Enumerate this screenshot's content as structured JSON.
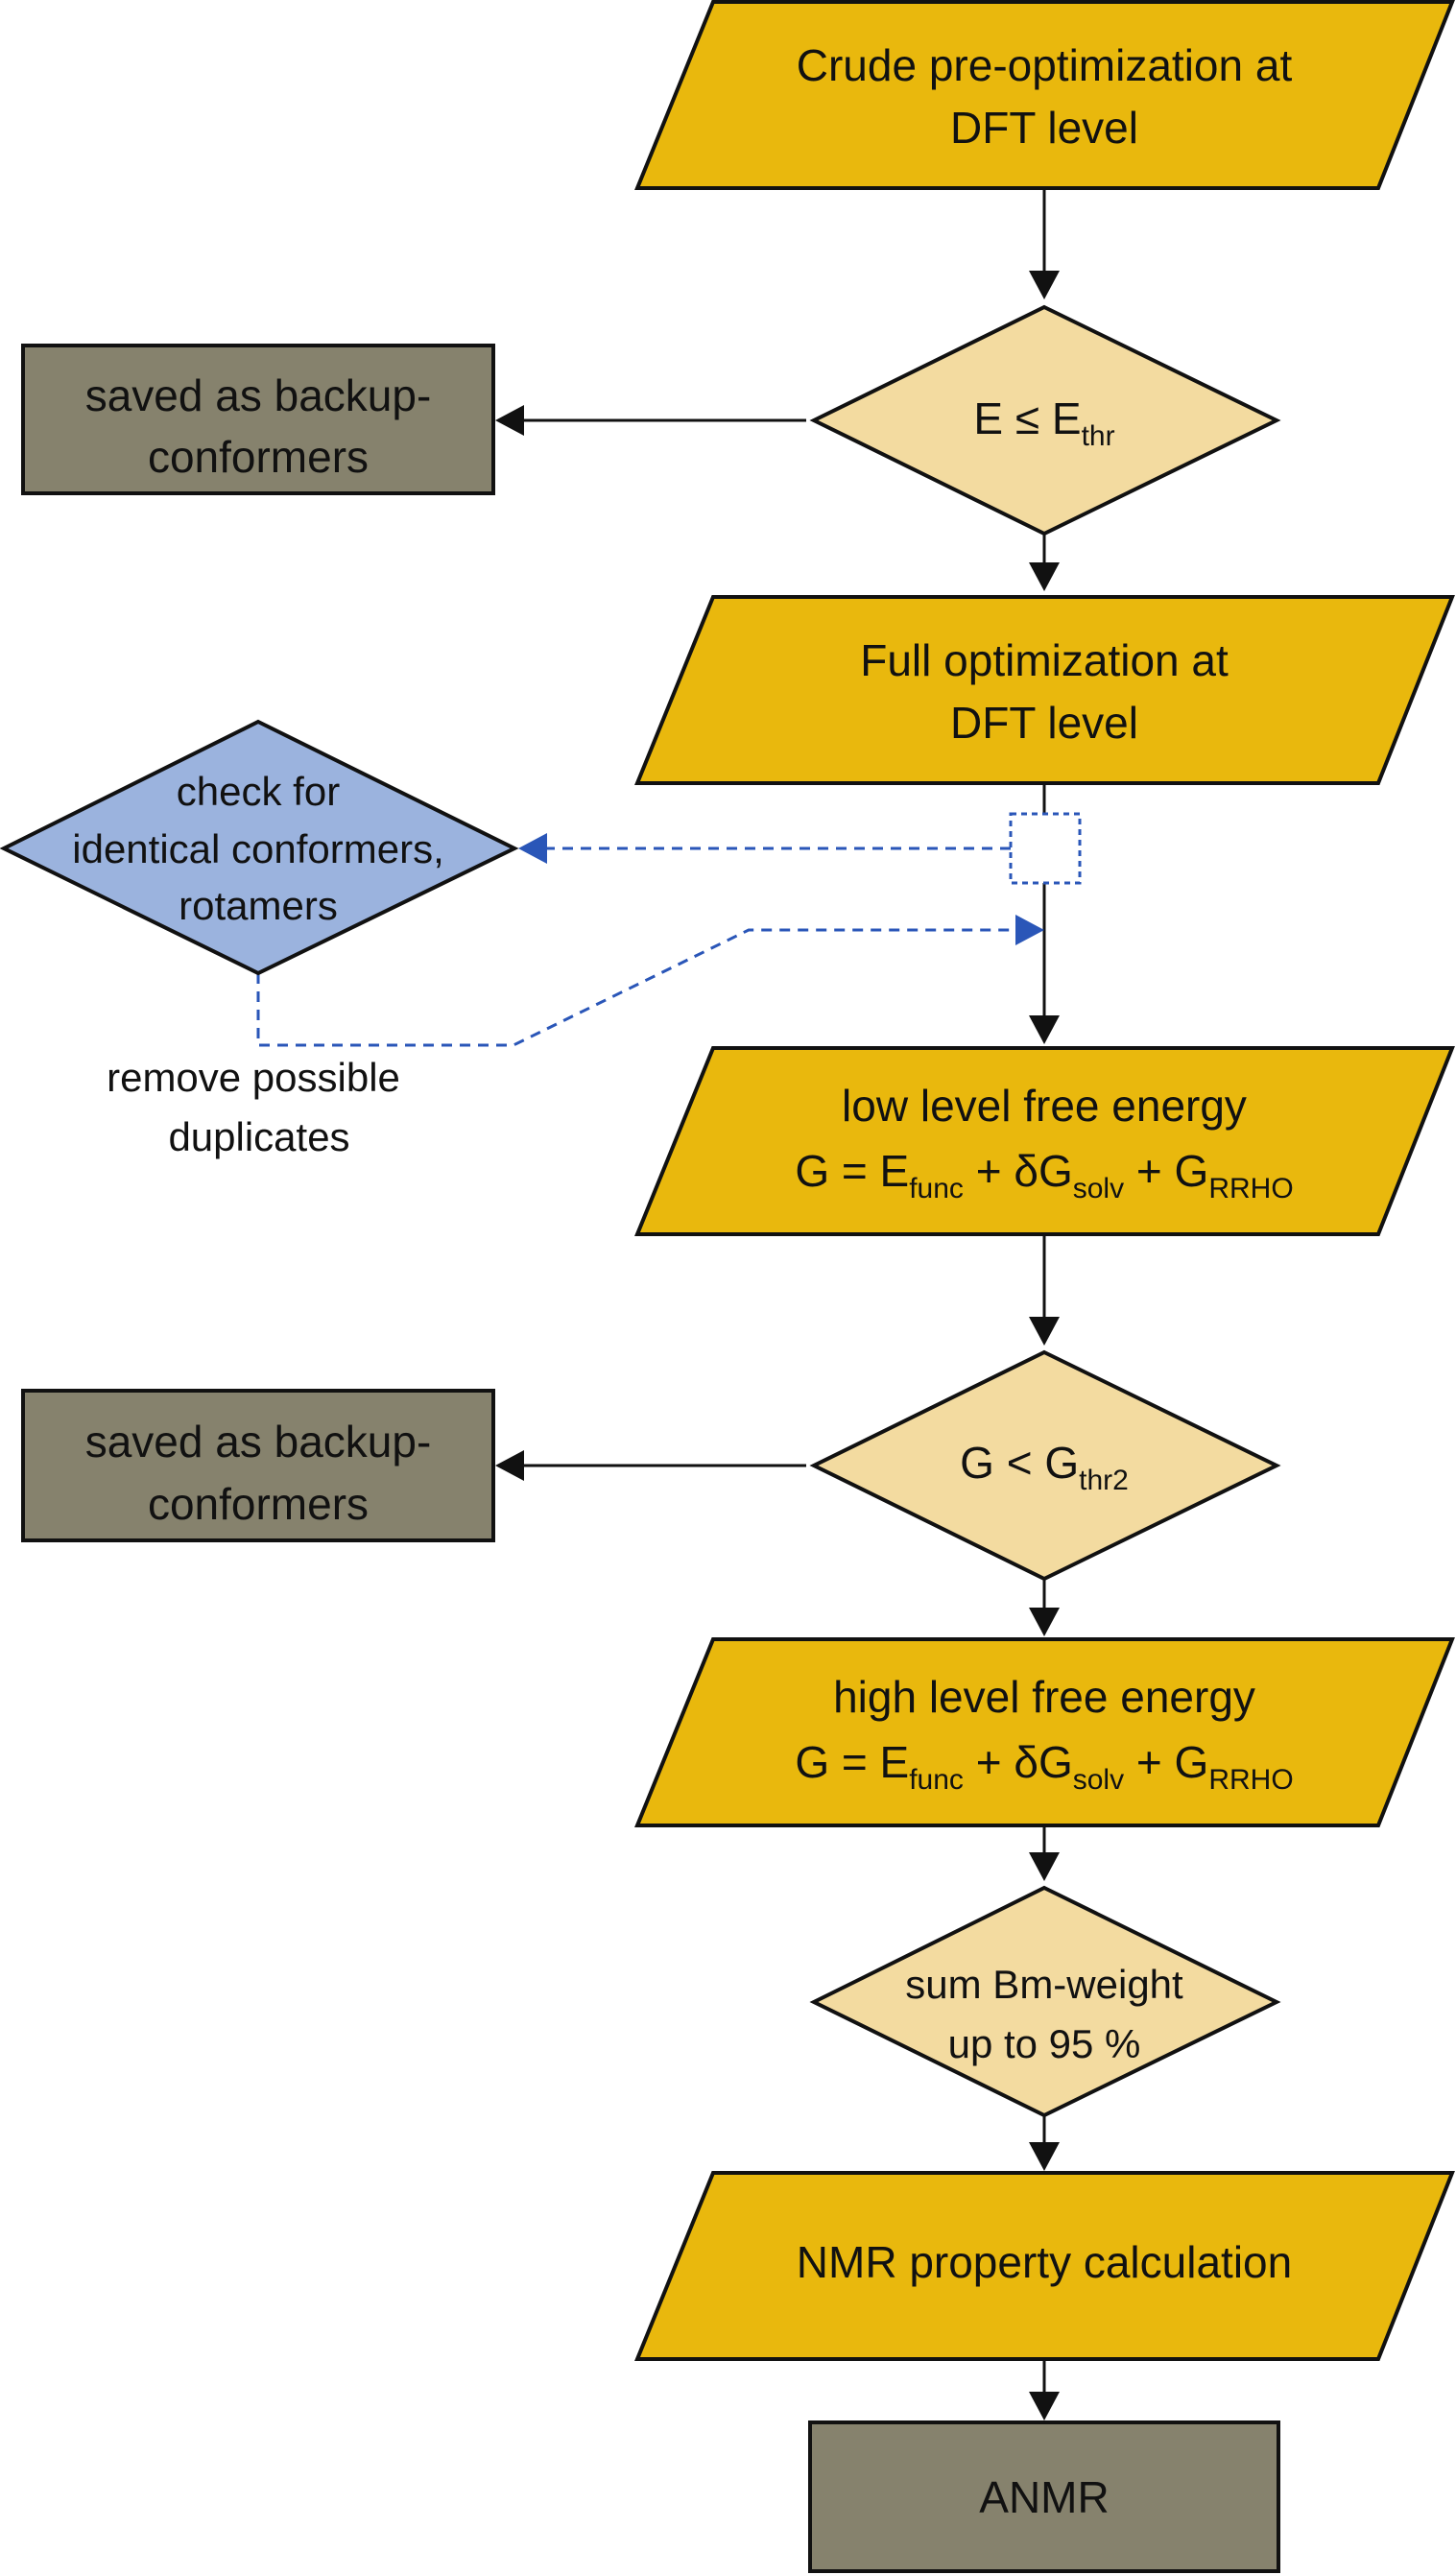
{
  "colors": {
    "process": "#E9B80D",
    "decision": "#F3DBA0",
    "output": "#86826D",
    "check": "#9BB3DE",
    "dashed": "#2A56B8",
    "line": "#111111"
  },
  "nodes": {
    "crude_opt": {
      "line1": "Crude pre-optimization at",
      "line2": "DFT level"
    },
    "energy_check": {
      "main": "E ≤ E",
      "sub": "thr"
    },
    "backup1": {
      "line1": "saved as backup-",
      "line2": "conformers"
    },
    "full_opt": {
      "line1": "Full optimization at",
      "line2": "DFT level"
    },
    "identical_check": {
      "line1": "check for",
      "line2": "identical conformers,",
      "line3": "rotamers"
    },
    "remove_note": {
      "line1": "remove possible",
      "line2": "duplicates"
    },
    "low_free": {
      "line1": "low level free energy",
      "eq_a": "G = E",
      "eq_a_sub": "func",
      "eq_b": " + δG",
      "eq_b_sub": "solv",
      "eq_c": " + G",
      "eq_c_sub": "RRHO"
    },
    "free_check": {
      "main": "G < G",
      "sub": "thr2"
    },
    "backup2": {
      "line1": "saved as backup-",
      "line2": "conformers"
    },
    "high_free": {
      "line1": "high level free energy",
      "eq_a": "G = E",
      "eq_a_sub": "func",
      "eq_b": " + δG",
      "eq_b_sub": "solv",
      "eq_c": " + G",
      "eq_c_sub": "RRHO"
    },
    "boltzmann_check": {
      "line1": "sum Bm-weight",
      "line2": "up to 95 %"
    },
    "nmr_calc": {
      "line1": "NMR property calculation"
    },
    "anmr": {
      "line1": "ANMR"
    }
  }
}
